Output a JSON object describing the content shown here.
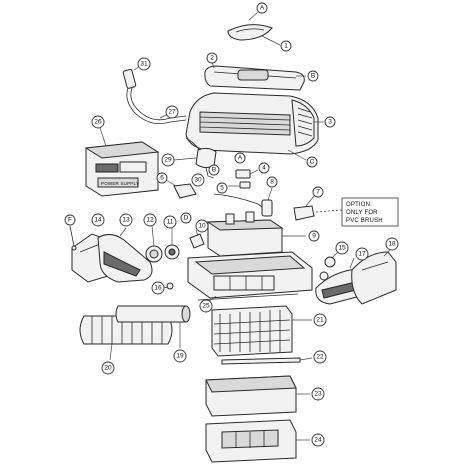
{
  "diagram": {
    "callouts": [
      {
        "id": "c-a-top",
        "label": "A"
      },
      {
        "id": "c-1",
        "label": "1"
      },
      {
        "id": "c-2",
        "label": "2"
      },
      {
        "id": "c-b-top",
        "label": "B"
      },
      {
        "id": "c-31",
        "label": "31"
      },
      {
        "id": "c-27",
        "label": "27"
      },
      {
        "id": "c-26",
        "label": "26"
      },
      {
        "id": "c-3",
        "label": "3"
      },
      {
        "id": "c-c",
        "label": "C"
      },
      {
        "id": "c-29",
        "label": "29"
      },
      {
        "id": "c-a-mid",
        "label": "A"
      },
      {
        "id": "c-b-mid",
        "label": "B"
      },
      {
        "id": "c-30",
        "label": "30"
      },
      {
        "id": "c-4",
        "label": "4"
      },
      {
        "id": "c-5",
        "label": "5"
      },
      {
        "id": "c-6",
        "label": "6"
      },
      {
        "id": "c-8",
        "label": "8"
      },
      {
        "id": "c-7",
        "label": "7"
      },
      {
        "id": "c-d",
        "label": "D"
      },
      {
        "id": "c-f",
        "label": "F"
      },
      {
        "id": "c-14",
        "label": "14"
      },
      {
        "id": "c-13",
        "label": "13"
      },
      {
        "id": "c-12",
        "label": "12"
      },
      {
        "id": "c-11",
        "label": "11"
      },
      {
        "id": "c-10",
        "label": "10"
      },
      {
        "id": "c-9",
        "label": "9"
      },
      {
        "id": "c-15",
        "label": "15"
      },
      {
        "id": "c-17",
        "label": "17"
      },
      {
        "id": "c-18",
        "label": "18"
      },
      {
        "id": "c-16",
        "label": "16"
      },
      {
        "id": "c-25",
        "label": "25"
      },
      {
        "id": "c-21",
        "label": "21"
      },
      {
        "id": "c-19",
        "label": "19"
      },
      {
        "id": "c-20",
        "label": "20"
      },
      {
        "id": "c-22",
        "label": "22"
      },
      {
        "id": "c-23",
        "label": "23"
      },
      {
        "id": "c-24",
        "label": "24"
      }
    ],
    "option_note": [
      "OPTION:",
      "ONLY FOR",
      "PVC BRUSH"
    ],
    "power_supply_label": "POWER SUPPLY"
  }
}
